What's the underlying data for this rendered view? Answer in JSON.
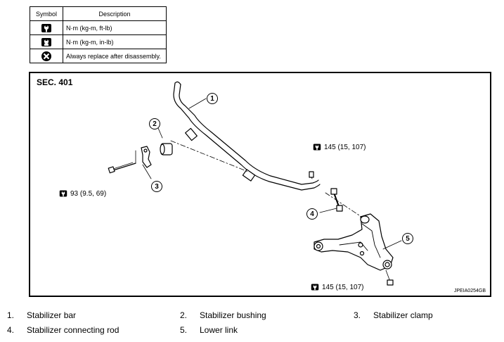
{
  "legend": {
    "headers": {
      "symbol": "Symbol",
      "description": "Description"
    },
    "rows": [
      {
        "icon": "torque-wrench-icon",
        "description": "N·m (kg-m, ft-lb)"
      },
      {
        "icon": "torque-wrench-small-icon",
        "description": "N·m (kg-m, in-lb)"
      },
      {
        "icon": "always-replace-icon",
        "description": "Always replace after disassembly."
      }
    ]
  },
  "diagram": {
    "section": "SEC. 401",
    "figure_id": "JPEIA0254GB",
    "torques": [
      {
        "id": "upper_right",
        "value": "145 (15, 107)"
      },
      {
        "id": "left",
        "value": "93 (9.5, 69)"
      },
      {
        "id": "bottom_right",
        "value": "145 (15, 107)"
      }
    ],
    "callouts": [
      "1",
      "2",
      "3",
      "4",
      "5"
    ]
  },
  "parts": [
    {
      "num": "1.",
      "label": "Stabilizer bar"
    },
    {
      "num": "2.",
      "label": "Stabilizer bushing"
    },
    {
      "num": "3.",
      "label": "Stabilizer clamp"
    },
    {
      "num": "4.",
      "label": "Stabilizer connecting rod"
    },
    {
      "num": "5.",
      "label": "Lower link"
    }
  ]
}
